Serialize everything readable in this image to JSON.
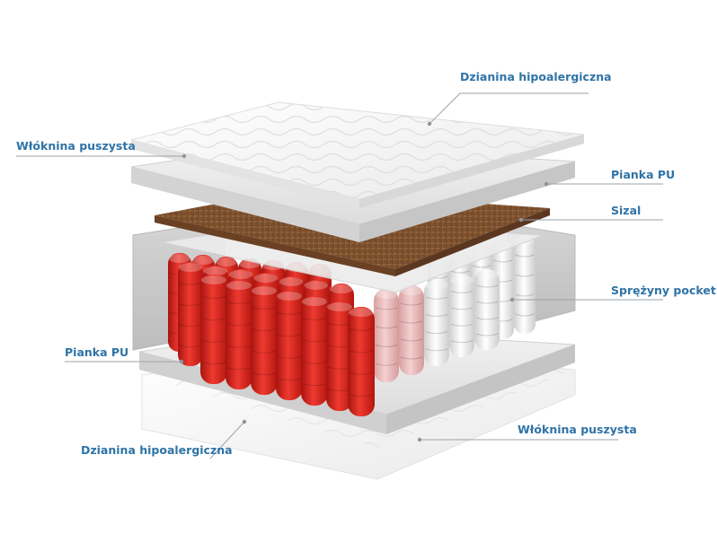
{
  "colors": {
    "label": "#2f73a6",
    "leader_line": "#9aa3ab",
    "spring_red": "#e0261f",
    "spring_white": "#f4f4f4",
    "coir": "#8a5a33",
    "foam": "#e6e6e6",
    "fabric": "#f7f7f7"
  },
  "labels": {
    "top_fabric": "Dzianina hipoalergiczna",
    "top_fiber": "Włóknina puszysta",
    "top_foam": "Pianka PU",
    "sisal": "Sizal",
    "pocket_springs": "Sprężyny pocket",
    "bottom_foam": "Pianka PU",
    "bottom_fiber": "Włóknina puszysta",
    "bottom_fabric": "Dzianina hipoalergiczna"
  },
  "icons": {
    "leader_dot": "small-dot-icon"
  }
}
